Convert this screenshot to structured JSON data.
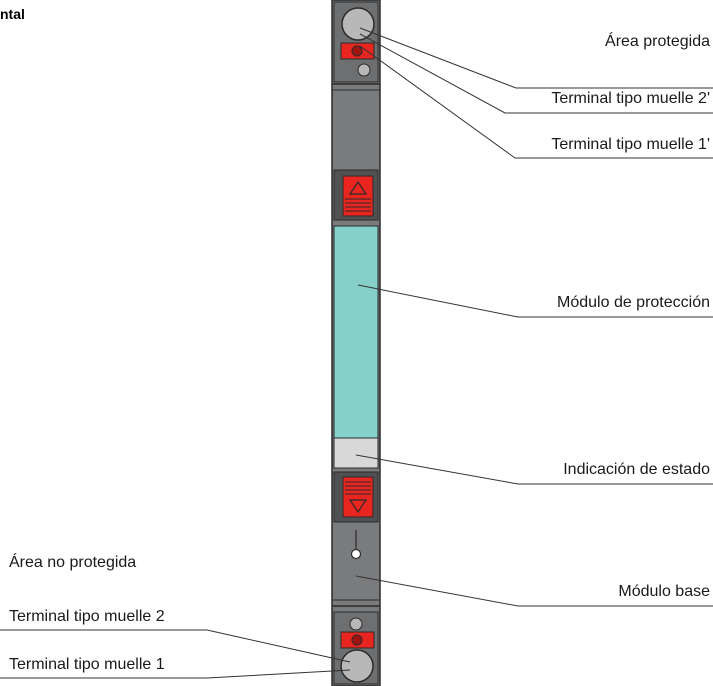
{
  "heading": "ntal",
  "labels_right": {
    "protected_area": "Área protegida",
    "spring_terminal_2p": "Terminal tipo muelle 2'",
    "spring_terminal_1p": "Terminal tipo muelle 1'",
    "protection_module": "Módulo de protección",
    "status_indication": "Indicación de estado",
    "base_module": "Módulo base"
  },
  "labels_left": {
    "unprotected_area": "Área no protegida",
    "spring_terminal_2": "Terminal tipo muelle 2",
    "spring_terminal_1": "Terminal tipo muelle 1"
  },
  "colors": {
    "housing": "#7a7b7d",
    "housing_dark": "#505153",
    "protection_module": "#85d0c8",
    "status_window": "#d8d8d8",
    "latch_red": "#e8251f",
    "latch_dark_red": "#9e1410",
    "leader_line": "#333333"
  }
}
